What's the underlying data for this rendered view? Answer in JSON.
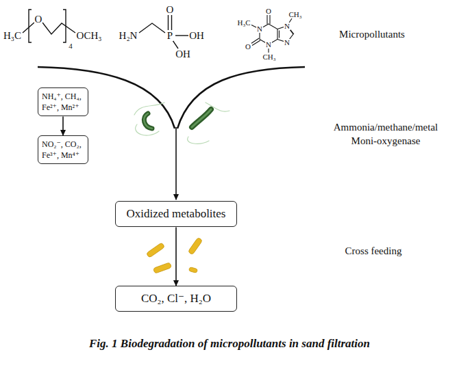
{
  "diagram": {
    "caption": "Fig. 1 Biodegradation of micropollutants in sand filtration",
    "nodes": [
      {
        "text": [
          "NH₄⁺, CH₄, Fe²⁺, Mn²⁺"
        ]
      },
      {
        "text": [
          "NO₂⁻, CO₂, Fe³⁺, Mn⁴⁺"
        ]
      },
      {
        "text": [
          "Oxidized metabolites"
        ]
      },
      {
        "text": [
          "CO₂, Cl⁻, H₂O"
        ]
      }
    ],
    "edges": [
      {
        "from": 0,
        "to": 1,
        "arrow": "to"
      },
      {
        "from": 2,
        "to": 3,
        "arrow": "to"
      }
    ],
    "labels": [
      "H₃C",
      "O",
      "4",
      "OCH₃",
      "H₂N",
      "P",
      "O",
      "OH",
      "OH",
      "O",
      "H₃C",
      "N",
      "O",
      "N",
      "CH₃",
      "N",
      "CH₃",
      "N",
      "Micropollutants",
      "Ammonia/methane/metal Moni-oxygenase",
      "Cross feeding"
    ]
  }
}
